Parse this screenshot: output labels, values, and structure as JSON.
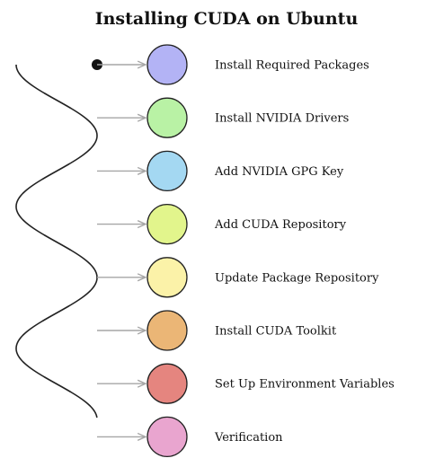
{
  "title": "Installing CUDA on Ubuntu",
  "steps": [
    {
      "label": "Install Required Packages",
      "color": "#b3b3f5"
    },
    {
      "label": "Install NVIDIA Drivers",
      "color": "#b9f2a5"
    },
    {
      "label": "Add NVIDIA GPG Key",
      "color": "#a4d8f2"
    },
    {
      "label": "Add CUDA Repository",
      "color": "#e2f58c"
    },
    {
      "label": "Update Package Repository",
      "color": "#fbf2a8"
    },
    {
      "label": "Install CUDA Toolkit",
      "color": "#ebb676"
    },
    {
      "label": "Set Up Environment Variables",
      "color": "#e5857f"
    },
    {
      "label": "Verification",
      "color": "#e9a5cf"
    }
  ],
  "colors": {
    "ink": "#222222",
    "arrow": "#a6a6a6",
    "wave": "#222222"
  }
}
